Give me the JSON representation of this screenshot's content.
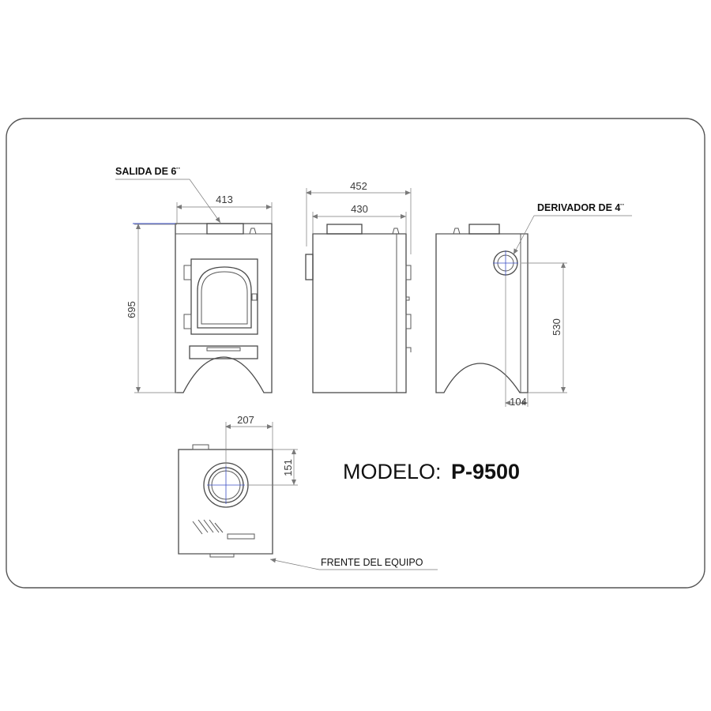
{
  "labels": {
    "salida": "SALIDA DE 6¨",
    "derivador": "DERIVADOR DE 4¨",
    "frente": "FRENTE DEL EQUIPO"
  },
  "dimensions": {
    "front_width": "413",
    "front_height": "695",
    "side_depth_outer": "452",
    "side_depth_inner": "430",
    "rear_height": "530",
    "rear_offset": "104",
    "top_offset_x": "207",
    "top_offset_y": "151"
  },
  "model": {
    "prefix": "MODELO:",
    "code": "P-9500"
  },
  "colors": {
    "outline": "#4a4a4a",
    "dimension": "#7a7a7a",
    "center_marks": "#3b4fc4"
  }
}
